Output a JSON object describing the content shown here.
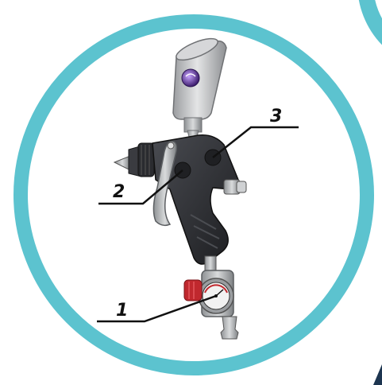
{
  "colors": {
    "ring": "#5cc3cf",
    "background": "#ffffff",
    "cup": "#c9cbcd",
    "body": "#2a2b2f",
    "metal": "#b8bbbd",
    "leader": "#111111",
    "gauge_knob": "#c0282e"
  },
  "callouts": [
    {
      "label": "1"
    },
    {
      "label": "2"
    },
    {
      "label": "3"
    }
  ],
  "icons": {
    "main": "spray-gun-icon",
    "gauge": "pressure-gauge-icon",
    "cup_logo": "brand-logo-icon"
  }
}
